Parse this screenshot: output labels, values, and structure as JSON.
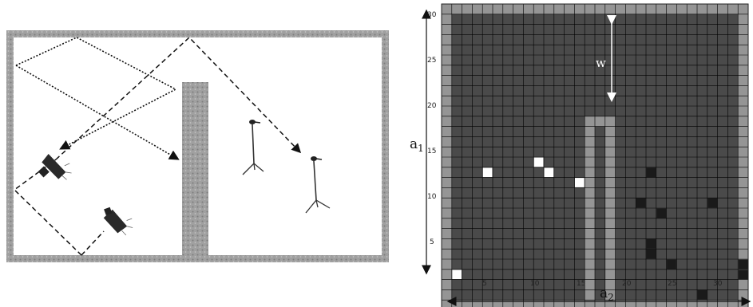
{
  "left_panel": {
    "speakers": [
      "speaker-icon",
      "speaker-icon"
    ],
    "microphones": [
      "microphone-icon",
      "microphone-icon"
    ],
    "wall": "textured-wall"
  },
  "grid": {
    "rows": 30,
    "cols": 30,
    "colors": {
      "background": "#4a4a4a",
      "border": "#959595",
      "cell_line": "#000000",
      "white_cell": "#ffffff",
      "black_cell": "#1a1a1a"
    },
    "x_ticks": [
      "5",
      "10",
      "15",
      "20",
      "25",
      "30"
    ],
    "y_ticks": [
      "5",
      "10",
      "15",
      "20",
      "25",
      "30"
    ],
    "xlabel": "a",
    "xlabel_sub": "2",
    "ylabel": "a",
    "ylabel_sub": "1",
    "w_label": "w",
    "white_cells": [
      [
        2,
        4
      ],
      [
        5,
        14
      ],
      [
        10,
        15
      ],
      [
        11,
        14
      ],
      [
        14,
        13
      ]
    ],
    "black_cells": [
      [
        21,
        14
      ],
      [
        20,
        11
      ],
      [
        22,
        10
      ],
      [
        27,
        11
      ],
      [
        21,
        7
      ],
      [
        21,
        6
      ],
      [
        23,
        5
      ],
      [
        30,
        5
      ],
      [
        30,
        4
      ],
      [
        26,
        2
      ]
    ],
    "light_columns": [
      [
        15,
        19
      ],
      [
        17,
        19
      ]
    ]
  }
}
